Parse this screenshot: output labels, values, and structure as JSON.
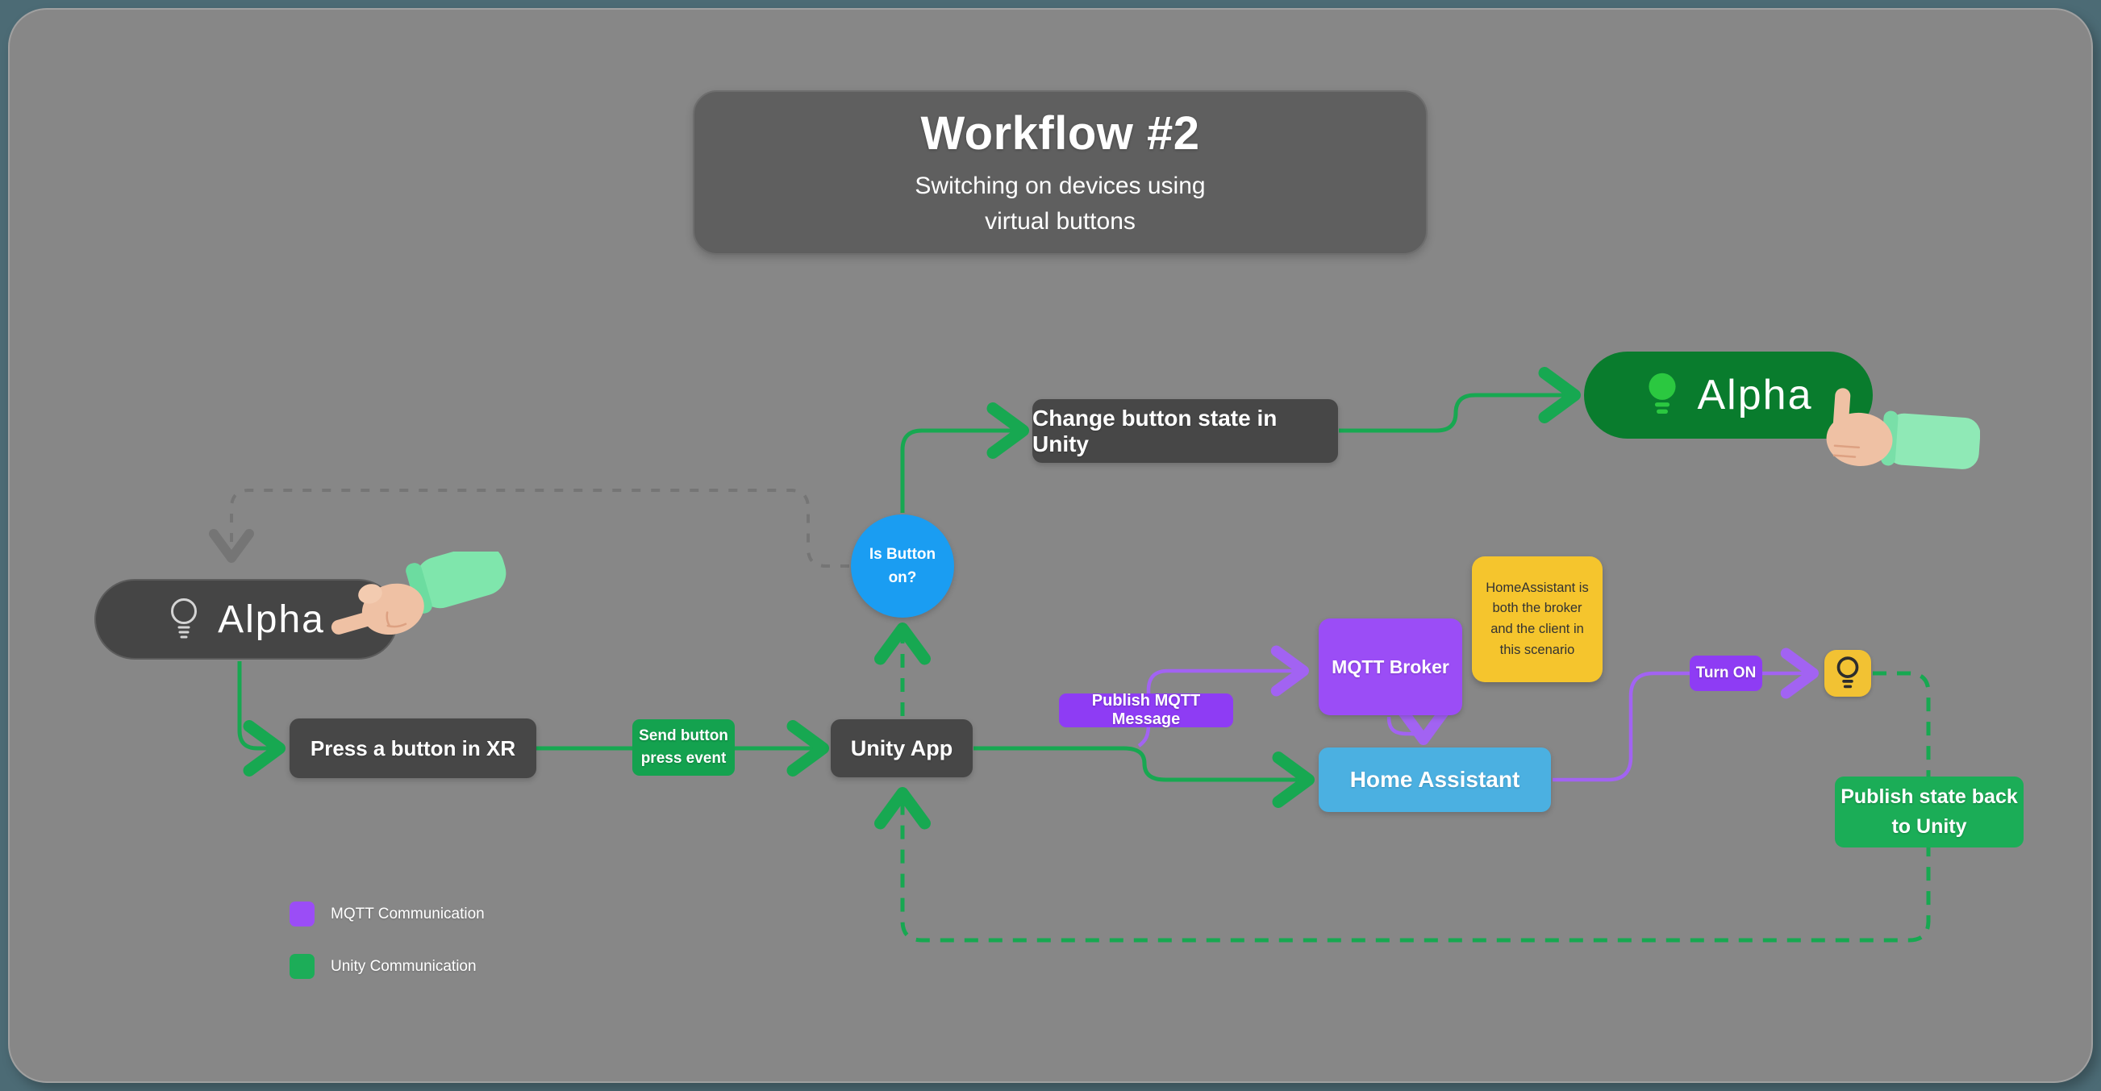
{
  "title": {
    "heading": "Workflow #2",
    "subtitle": [
      "Switching on devices using",
      "virtual buttons"
    ]
  },
  "nodes": {
    "alpha_off": {
      "label": "Alpha"
    },
    "alpha_on": {
      "label": "Alpha"
    },
    "press_xr": {
      "label": "Press a button in XR"
    },
    "unity_app": {
      "label": "Unity App"
    },
    "decision": {
      "line1": "Is Button",
      "line2": "on?"
    },
    "change_state": {
      "label": "Change button state in Unity"
    },
    "mqtt_broker": {
      "label": "MQTT Broker"
    },
    "home_assistant": {
      "label": "Home Assistant"
    },
    "sticky": {
      "text": "HomeAssistant is both the broker and the client in this scenario"
    }
  },
  "edge_labels": {
    "send_press": {
      "line1": "Send button",
      "line2": "press event"
    },
    "publish_mqtt": {
      "label": "Publish MQTT Message"
    },
    "turn_on": {
      "label": "Turn ON"
    },
    "publish_state": {
      "line1": "Publish state back",
      "line2": "to Unity"
    }
  },
  "legend": {
    "items": [
      {
        "label": "MQTT Communication",
        "color": "#9B4DF6"
      },
      {
        "label": "Unity Communication",
        "color": "#1CAD58"
      }
    ]
  },
  "icons": {
    "alpha_off": "lightbulb-outline",
    "alpha_on": "lightbulb-filled-green",
    "device": "lightbulb-on-yellow-square",
    "hand_left": "pointing-hand",
    "hand_right": "thumbs-up-hand"
  },
  "colors": {
    "canvas_gray": "#878787",
    "frame_teal": "#4C6B75",
    "node_gray": "#474747",
    "title_gray": "#5F5F5F",
    "unity_green_line": "#17A851",
    "green_label": "#14A24F",
    "green_pill": "#097C2D",
    "mqtt_purple_line": "#A263F2",
    "purple_box": "#9B4DF6",
    "purple_label": "#8E3CF4",
    "decision_blue": "#1A9DF2",
    "home_assistant_blue": "#4BB0E1",
    "sticky_yellow": "#F5C52D",
    "bulb_square_yellow": "#F2C233",
    "dashed_gray": "#757575"
  }
}
